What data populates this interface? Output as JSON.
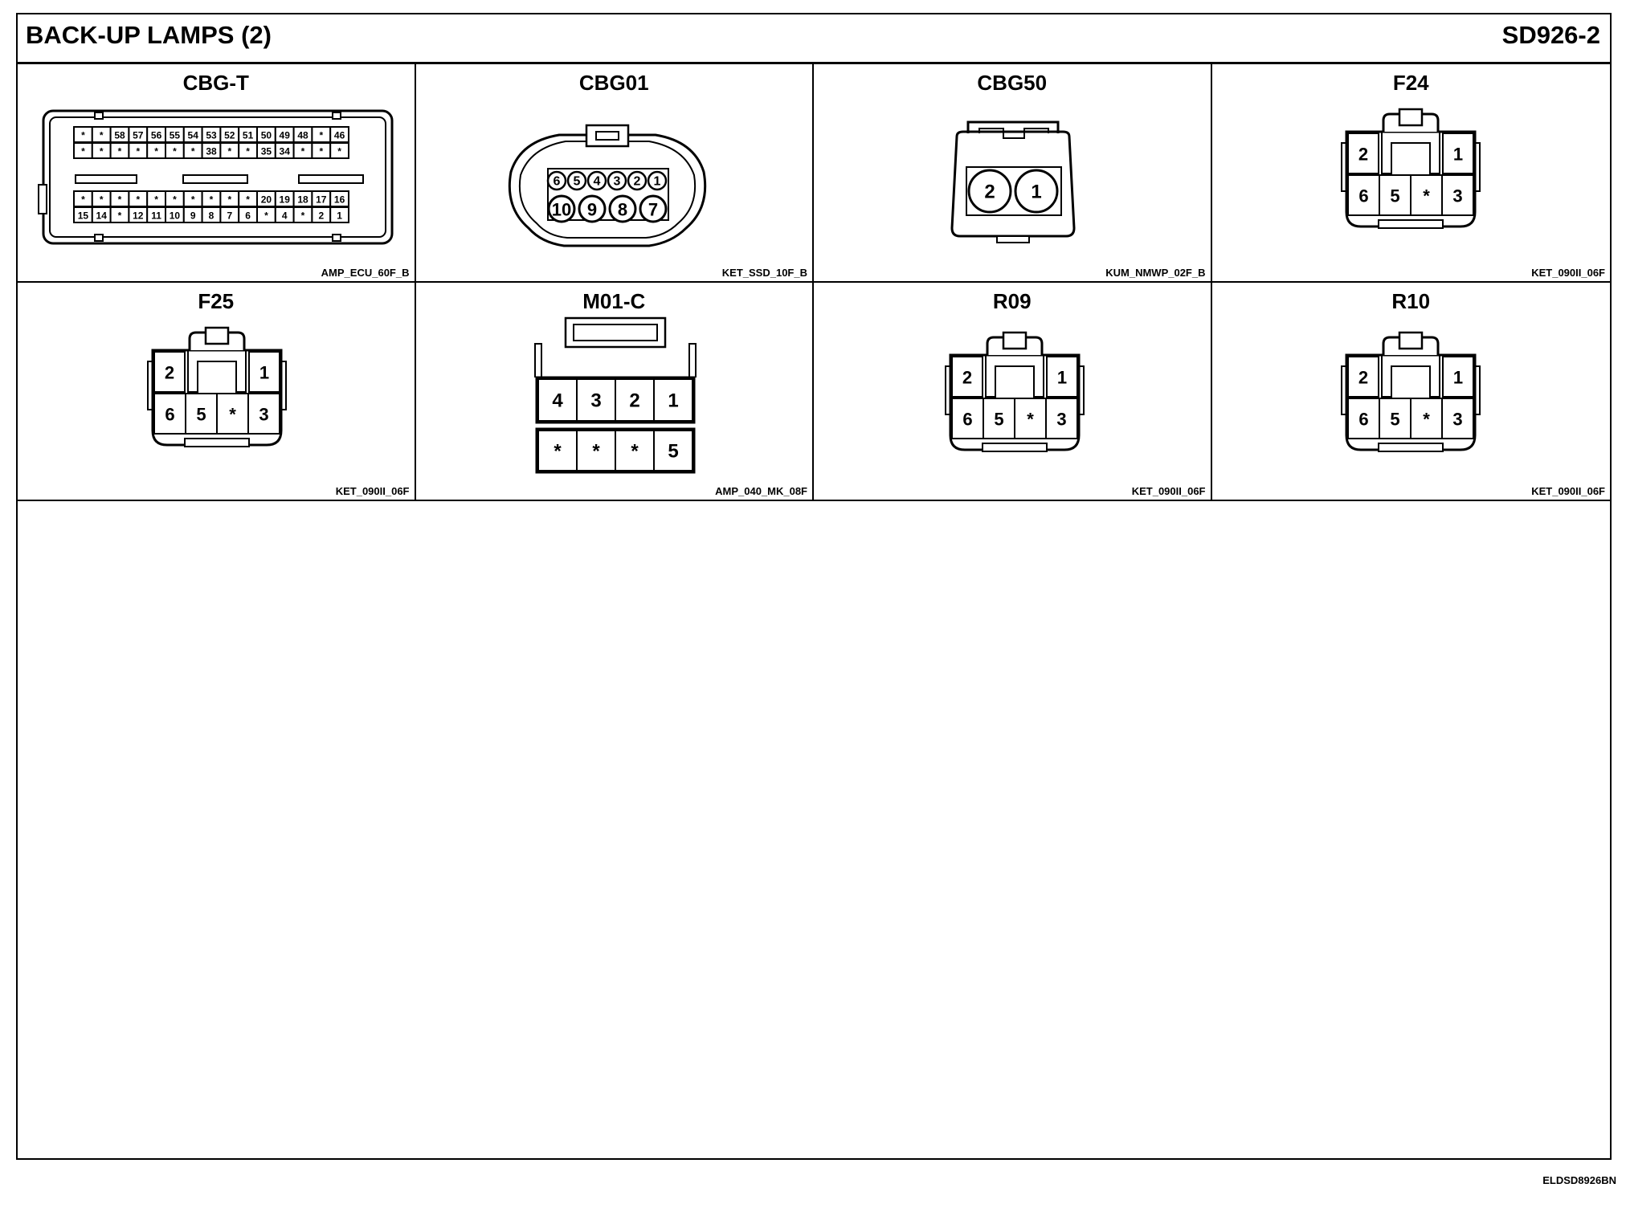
{
  "header": {
    "title": "BACK-UP LAMPS (2)",
    "code": "SD926-2"
  },
  "connectors": [
    {
      "name": "CBG-T",
      "code": "AMP_ECU_60F_B",
      "row1": [
        "*",
        "*",
        "58",
        "57",
        "56",
        "55",
        "54",
        "53",
        "52",
        "51",
        "50",
        "49",
        "48",
        "*",
        "46"
      ],
      "row2": [
        "*",
        "*",
        "*",
        "*",
        "*",
        "*",
        "*",
        "38",
        "*",
        "*",
        "35",
        "34",
        "*",
        "*",
        "*"
      ],
      "row3": [
        "*",
        "*",
        "*",
        "*",
        "*",
        "*",
        "*",
        "*",
        "*",
        "*",
        "20",
        "19",
        "18",
        "17",
        "16"
      ],
      "row4": [
        "15",
        "14",
        "*",
        "12",
        "11",
        "10",
        "9",
        "8",
        "7",
        "6",
        "*",
        "4",
        "*",
        "2",
        "1"
      ]
    },
    {
      "name": "CBG01",
      "code": "KET_SSD_10F_B",
      "top": [
        "6",
        "5",
        "4",
        "3",
        "2",
        "1"
      ],
      "bottom": [
        "10",
        "9",
        "8",
        "7"
      ]
    },
    {
      "name": "CBG50",
      "code": "KUM_NMWP_02F_B",
      "pins": [
        "2",
        "1"
      ]
    },
    {
      "name": "F24",
      "code": "KET_090II_06F",
      "top": [
        "2",
        "1"
      ],
      "bottom": [
        "6",
        "5",
        "*",
        "3"
      ]
    },
    {
      "name": "F25",
      "code": "KET_090II_06F",
      "top": [
        "2",
        "1"
      ],
      "bottom": [
        "6",
        "5",
        "*",
        "3"
      ]
    },
    {
      "name": "M01-C",
      "code": "AMP_040_MK_08F",
      "top": [
        "4",
        "3",
        "2",
        "1"
      ],
      "bottom": [
        "*",
        "*",
        "*",
        "5"
      ]
    },
    {
      "name": "R09",
      "code": "KET_090II_06F",
      "top": [
        "2",
        "1"
      ],
      "bottom": [
        "6",
        "5",
        "*",
        "3"
      ]
    },
    {
      "name": "R10",
      "code": "KET_090II_06F",
      "top": [
        "2",
        "1"
      ],
      "bottom": [
        "6",
        "5",
        "*",
        "3"
      ]
    }
  ],
  "footer": {
    "code": "ELDSD8926BN"
  }
}
